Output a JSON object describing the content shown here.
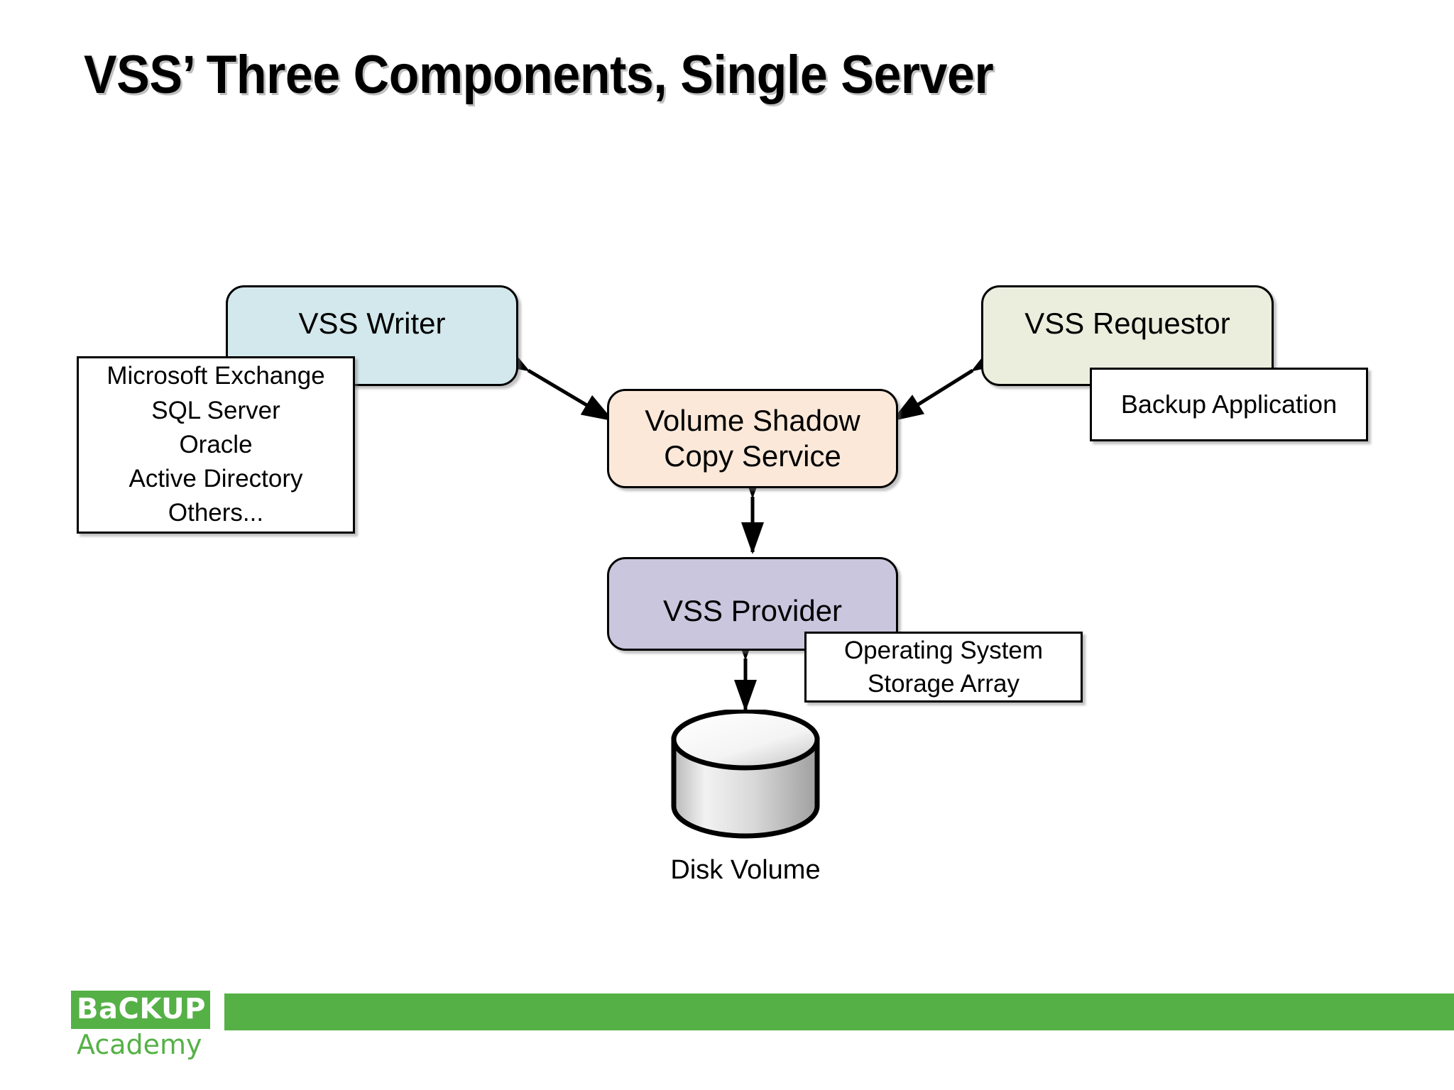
{
  "slide": {
    "title": "VSS’ Three Components, Single Server"
  },
  "nodes": {
    "writer": {
      "label": "VSS Writer",
      "fill": "#d3e8ec"
    },
    "requestor": {
      "label": "VSS Requestor",
      "fill": "#ebeedd"
    },
    "vss": {
      "label_line1": "Volume Shadow",
      "label_line2": "Copy Service",
      "fill": "#fbe8d9"
    },
    "provider": {
      "label": "VSS Provider",
      "fill": "#cac6de"
    },
    "disk": {
      "label": "Disk Volume"
    }
  },
  "annotations": {
    "writer_examples": {
      "lines": [
        "Microsoft Exchange",
        "SQL Server",
        "Oracle",
        "Active Directory",
        "Others..."
      ]
    },
    "requestor_examples": {
      "lines": [
        "Backup Application"
      ]
    },
    "provider_examples": {
      "lines": [
        "Operating System",
        "Storage Array"
      ]
    }
  },
  "connectors": [
    {
      "name": "writer-to-vss",
      "style": "double-headed-arrow"
    },
    {
      "name": "requestor-to-vss",
      "style": "double-headed-arrow"
    },
    {
      "name": "vss-to-provider",
      "style": "double-headed-arrow"
    },
    {
      "name": "provider-to-disk",
      "style": "double-headed-arrow"
    }
  ],
  "footer": {
    "logo_top": "BaCKUP",
    "logo_bottom": "Academy",
    "bar_color": "#55b146"
  }
}
